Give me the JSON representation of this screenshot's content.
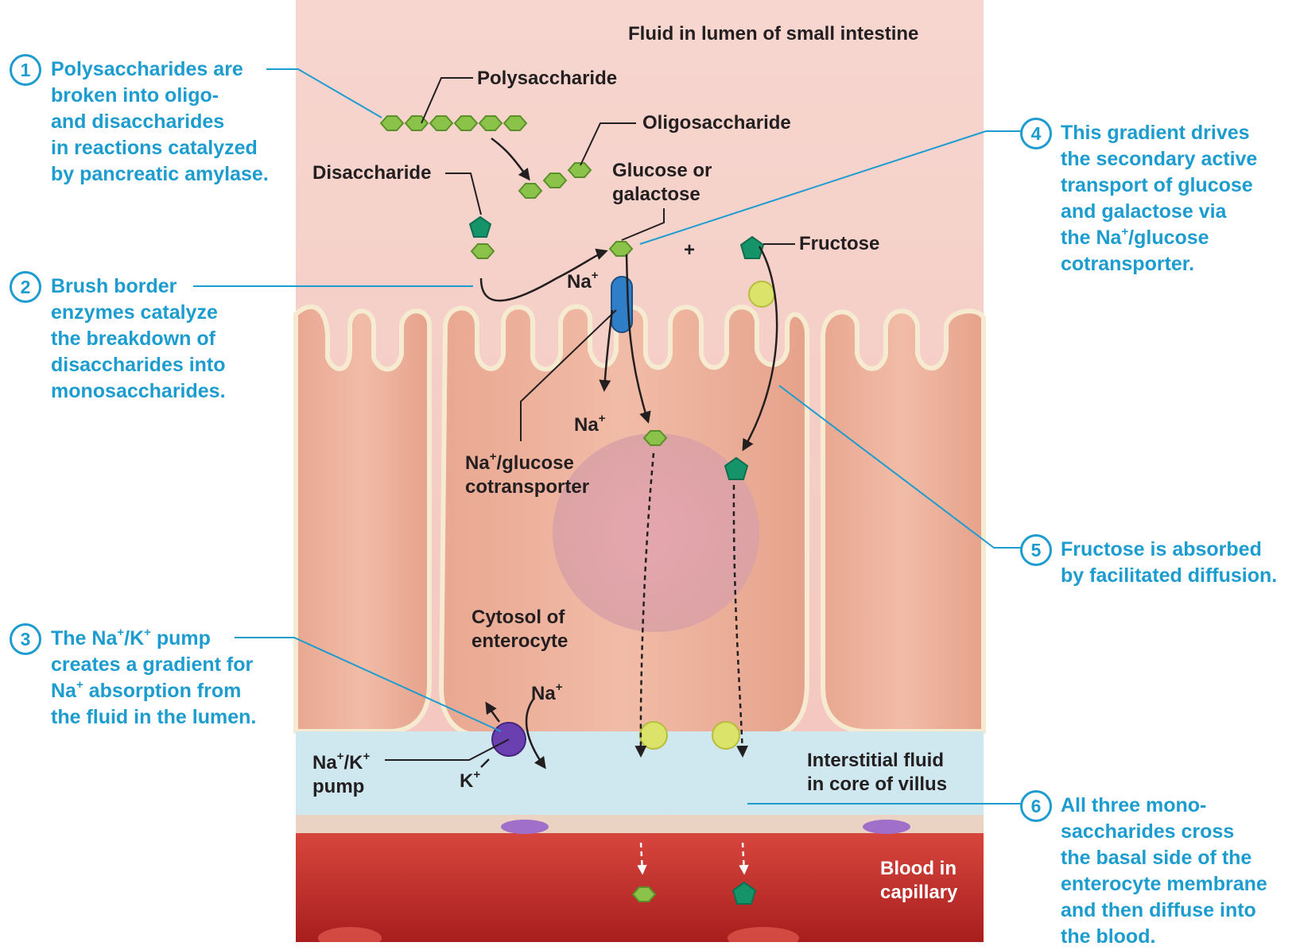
{
  "colors": {
    "callout_blue": "#1d9ccf",
    "label_dark": "#231f20",
    "sugar_green": "#8bc34a",
    "fructose_green": "#15946a",
    "carrier_yellow": "#dbe36a",
    "cotransporter_blue": "#2f7fc8",
    "pump_purple": "#6a3fb0",
    "blood_red": "#c8302c",
    "interstitial_blue": "#cfe7ef",
    "lumen_pink": "#f7d2cb"
  },
  "labels": {
    "lumen": "Fluid in lumen of small intestine",
    "polysaccharide": "Polysaccharide",
    "oligosaccharide": "Oligosaccharide",
    "disaccharide": "Disaccharide",
    "glucose_line1": "Glucose or",
    "glucose_line2": "galactose",
    "plus": "+",
    "fructose": "Fructose",
    "na": "Na",
    "k": "K",
    "plus_sign": "+",
    "cotransporter_line1_suffix": "/glucose",
    "cotransporter_line2": "cotransporter",
    "cytosol_line1": "Cytosol of",
    "cytosol_line2": "enterocyte",
    "pump_suffix": "/K",
    "pump_line2": "pump",
    "interstitial_line1": "Interstitial fluid",
    "interstitial_line2": "in core of villus",
    "blood_line1": "Blood in",
    "blood_line2": "capillary"
  },
  "steps": {
    "s1": {
      "num": "1",
      "lines": [
        "Polysaccharides are",
        "broken into oligo-",
        "and disaccharides",
        "in reactions catalyzed",
        "by pancreatic amylase."
      ]
    },
    "s2": {
      "num": "2",
      "lines": [
        "Brush border",
        "enzymes catalyze",
        "the breakdown  of",
        "disaccharides into",
        "monosaccharides."
      ]
    },
    "s3": {
      "num": "3",
      "line1_a": "The Na",
      "line1_b": "/K",
      "line1_c": " pump",
      "line2": "creates a gradient for",
      "line3_a": "Na",
      "line3_b": " absorption from",
      "line4": "the fluid in the lumen."
    },
    "s4": {
      "num": "4",
      "lines": [
        "This gradient drives",
        "the secondary active",
        "transport of glucose",
        "and galactose via"
      ],
      "line5_a": "the Na",
      "line5_b": "/glucose",
      "line6": "cotransporter."
    },
    "s5": {
      "num": "5",
      "lines": [
        "Fructose is absorbed",
        "by facilitated diffusion."
      ]
    },
    "s6": {
      "num": "6",
      "lines": [
        "All three mono-",
        "saccharides cross",
        "the basal side of the",
        "enterocyte membrane",
        "and then diffuse into",
        "the blood."
      ]
    }
  }
}
